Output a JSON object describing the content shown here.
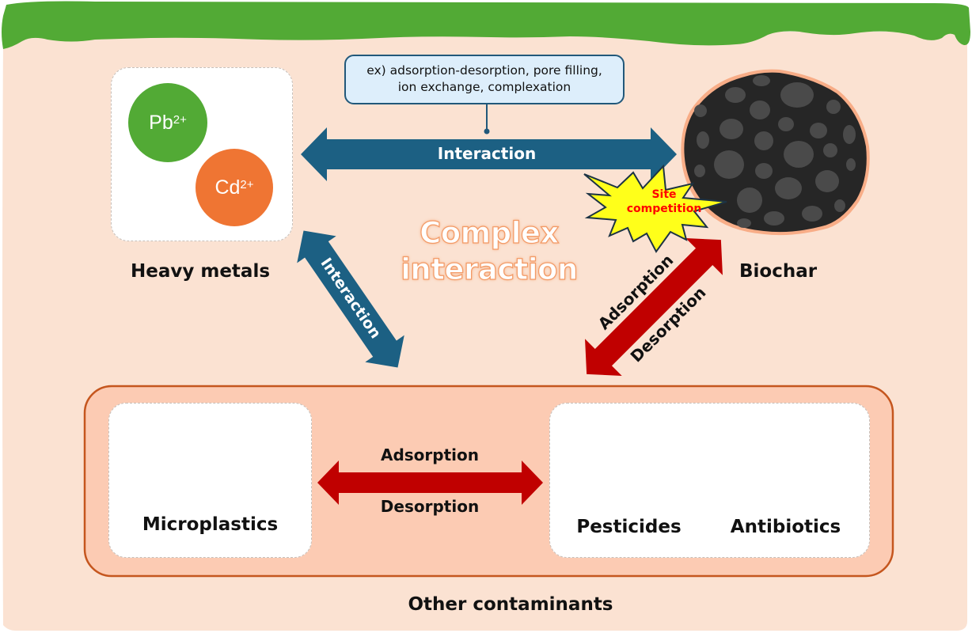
{
  "diagram": {
    "example_note": {
      "line1": "ex) adsorption-desorption, pore filling,",
      "line2": "ion exchange, complexation"
    },
    "center_label": {
      "line1": "Complex",
      "line2": "interaction"
    },
    "heavy_metals": {
      "label": "Heavy metals",
      "ions": [
        {
          "symbol": "Pb",
          "charge": "2+",
          "color": "#52aa35"
        },
        {
          "symbol": "Cd",
          "charge": "2+",
          "color": "#ef7533"
        }
      ]
    },
    "biochar": {
      "label": "Biochar",
      "badge": {
        "line1": "Site",
        "line2": "competition"
      }
    },
    "other_contaminants": {
      "label": "Other contaminants",
      "items": [
        {
          "label": "Microplastics",
          "icon": "microplastic-fragments-icon"
        },
        {
          "label": "Pesticides",
          "icon": "poison-bottle-icon"
        },
        {
          "label": "Antibiotics",
          "icon": "capsule-icon"
        }
      ]
    },
    "arrows": {
      "metals_biochar": {
        "label": "Interaction",
        "color": "#1c6083"
      },
      "metals_contaminants": {
        "label": "Interaction",
        "color": "#1c6083"
      },
      "biochar_contaminants": {
        "label_top": "Adsorption",
        "label_bottom": "Desorption",
        "color": "#c00000"
      },
      "microplastics_chemicals": {
        "label_top": "Adsorption",
        "label_bottom": "Desorption",
        "color": "#c00000"
      }
    },
    "colors": {
      "soil": "#fbe2d2",
      "grass": "#52aa35",
      "contaminant_panel": "#fccbb3",
      "contaminant_border": "#c5561e",
      "site_badge_fill": "#ffff1a",
      "site_badge_text": "#ff0000"
    }
  }
}
